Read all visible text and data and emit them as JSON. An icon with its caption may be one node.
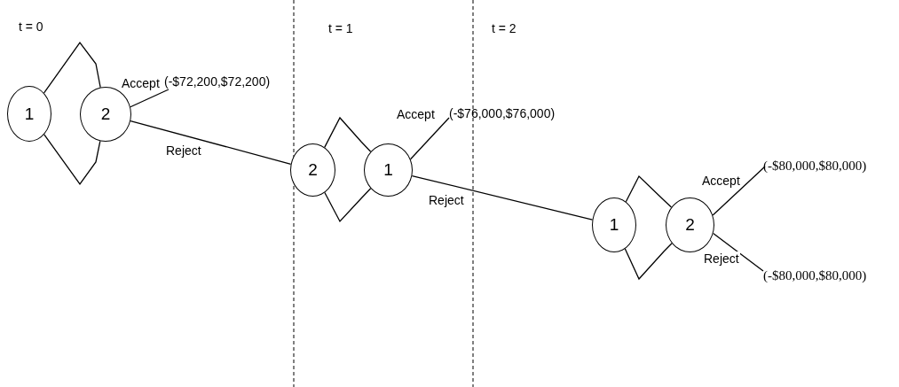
{
  "diagram": {
    "nodes": [
      {
        "text": [
          "1"
        ]
      },
      {
        "text": [
          "2"
        ]
      },
      {
        "text": [
          "(-$72,200,$72,200)"
        ]
      },
      {
        "text": [
          "2"
        ]
      },
      {
        "text": [
          "1"
        ]
      },
      {
        "text": [
          "(-$76,000,$76,000)"
        ]
      },
      {
        "text": [
          "1"
        ]
      },
      {
        "text": [
          "2"
        ]
      },
      {
        "text": [
          "(-$80,000,$80,000)"
        ]
      },
      {
        "text": [
          "(-$80,000,$80,000)"
        ]
      }
    ],
    "edges": [
      {
        "from": 0,
        "to": 1,
        "arrow": "none"
      },
      {
        "from": 0,
        "to": 1,
        "arrow": "none"
      },
      {
        "from": 1,
        "to": 2,
        "arrow": "none",
        "label": "Accept"
      },
      {
        "from": 1,
        "to": 3,
        "arrow": "none",
        "label": "Reject"
      },
      {
        "from": 3,
        "to": 4,
        "arrow": "none"
      },
      {
        "from": 3,
        "to": 4,
        "arrow": "none"
      },
      {
        "from": 4,
        "to": 5,
        "arrow": "none",
        "label": "Accept"
      },
      {
        "from": 4,
        "to": 6,
        "arrow": "none",
        "label": "Reject"
      },
      {
        "from": 6,
        "to": 7,
        "arrow": "none"
      },
      {
        "from": 6,
        "to": 7,
        "arrow": "none"
      },
      {
        "from": 7,
        "to": 8,
        "arrow": "none",
        "label": "Accept"
      },
      {
        "from": 7,
        "to": 9,
        "arrow": "none",
        "label": "Reject"
      }
    ],
    "labels": [
      "t = 0",
      "t = 1",
      "t = 2"
    ]
  }
}
